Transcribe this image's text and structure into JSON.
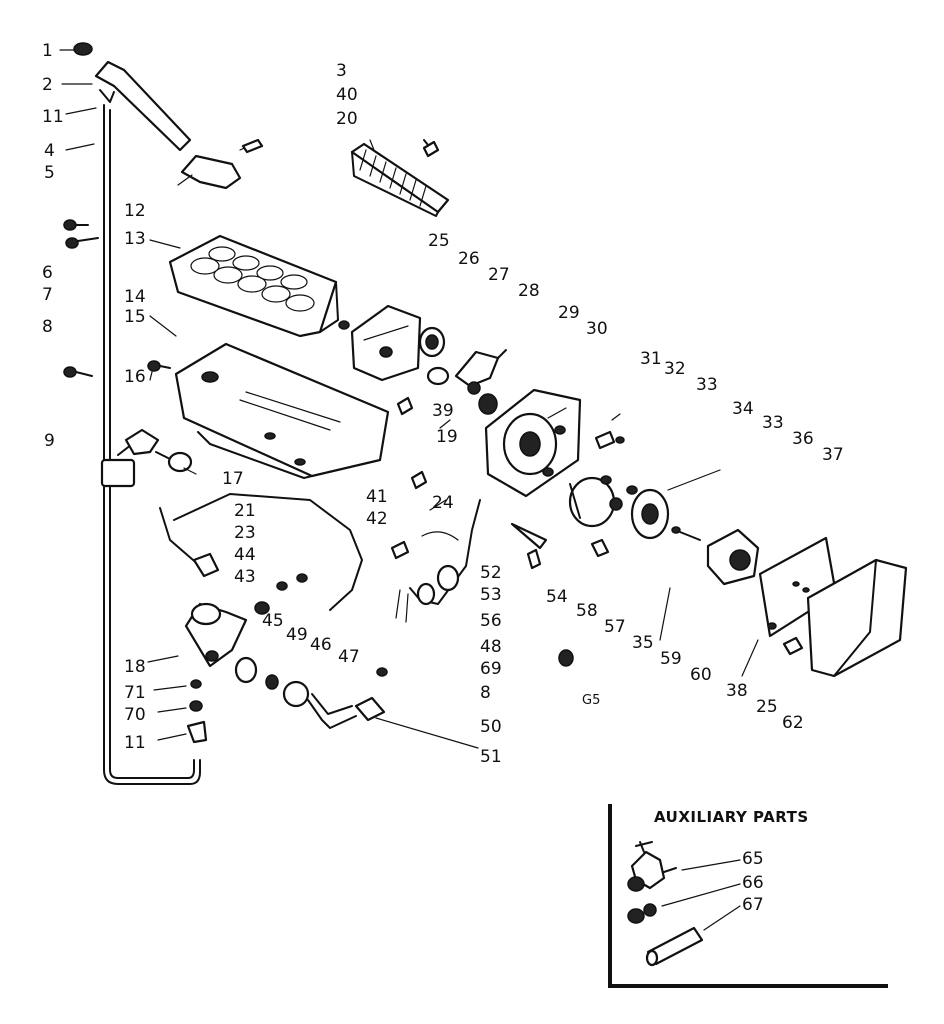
{
  "callouts": {
    "c1": "1",
    "c2": "2",
    "c11a": "11",
    "c4": "4",
    "c5": "5",
    "c3": "3",
    "c40": "40",
    "c20": "20",
    "c12": "12",
    "c13": "13",
    "c14": "14",
    "c15": "15",
    "c16": "16",
    "c6": "6",
    "c7": "7",
    "c8a": "8",
    "c9": "9",
    "c17": "17",
    "c25a": "25",
    "c26": "26",
    "c27": "27",
    "c28": "28",
    "c29": "29",
    "c30": "30",
    "c31": "31",
    "c32": "32",
    "c33a": "33",
    "c34": "34",
    "c33b": "33",
    "c36": "36",
    "c37": "37",
    "c39": "39",
    "c19": "19",
    "c21": "21",
    "c23": "23",
    "c44": "44",
    "c43": "43",
    "c41": "41",
    "c42": "42",
    "c24": "24",
    "c45": "45",
    "c49": "49",
    "c46": "46",
    "c47": "47",
    "c52": "52",
    "c53": "53",
    "c56": "56",
    "c48": "48",
    "c69": "69",
    "c8b": "8",
    "c50": "50",
    "c51": "51",
    "c54": "54",
    "c58": "58",
    "c57": "57",
    "c35": "35",
    "c59": "59",
    "c60": "60",
    "c38": "38",
    "c25b": "25",
    "c62": "62",
    "c18": "18",
    "c71": "71",
    "c70": "70",
    "c11b": "11",
    "c65text": "G5"
  },
  "auxiliary": {
    "title": "AUXILIARY PARTS",
    "items": [
      "65",
      "66",
      "67"
    ]
  }
}
